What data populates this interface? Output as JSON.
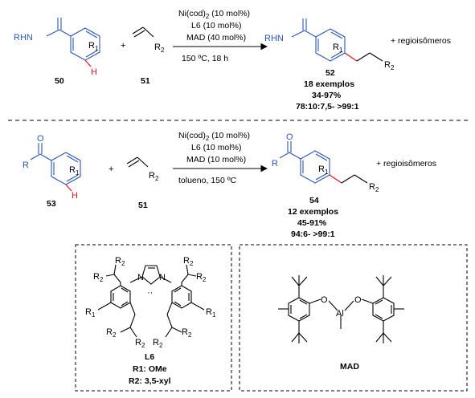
{
  "reaction1": {
    "substrate_label": "RHN",
    "substrate_r": "R",
    "substrate_r_sub": "1",
    "substrate_h": "H",
    "substrate_number": "50",
    "plus": "+",
    "alkene_r": "R",
    "alkene_r_sub": "2",
    "alkene_number": "51",
    "conditions": {
      "line1": "Ni(cod)",
      "line1_sub": "2",
      "line1_tail": " (10 mol%)",
      "line2": "L6 (10 mol%)",
      "line3": "MAD (40 mol%)",
      "line4": "150 ºC, 18 h"
    },
    "product_label": "RHN",
    "product_r1": "R",
    "product_r1_sub": "1",
    "product_r2": "R",
    "product_r2_sub": "2",
    "byproduct": "+ regioisômeros",
    "product_number": "52",
    "examples": "18 exemplos",
    "yield": "34-97%",
    "selectivity": "78:10:7,5- >99:1"
  },
  "reaction2": {
    "substrate_r": "R",
    "substrate_r1": "R",
    "substrate_r1_sub": "1",
    "substrate_h": "H",
    "substrate_number": "53",
    "plus": "+",
    "alkene_r": "R",
    "alkene_r_sub": "2",
    "alkene_number": "51",
    "conditions": {
      "line1": "Ni(cod)",
      "line1_sub": "2",
      "line1_tail": " (10 mol%)",
      "line2": "L6 (10 mol%)",
      "line3": "MAD (10 mol%)",
      "line4": "tolueno, 150 ºC"
    },
    "product_r": "R",
    "product_r1": "R",
    "product_r1_sub": "1",
    "product_r2": "R",
    "product_r2_sub": "2",
    "byproduct": "+ regioisômeros",
    "product_number": "54",
    "examples": "12 exemplos",
    "yield": "45-91%",
    "selectivity": "94:6- >99:1"
  },
  "ligand": {
    "name": "L6",
    "r1_def": "R1: OMe",
    "r2_def": "R2: 3,5-xyl",
    "r_letter": "R",
    "sub1": "1",
    "sub2": "2",
    "n": "N",
    "dots": "··"
  },
  "mad": {
    "name": "MAD",
    "o": "O",
    "al": "Al"
  },
  "colors": {
    "blue": "#2c56b5",
    "red": "#e0141e",
    "black": "#000000"
  }
}
